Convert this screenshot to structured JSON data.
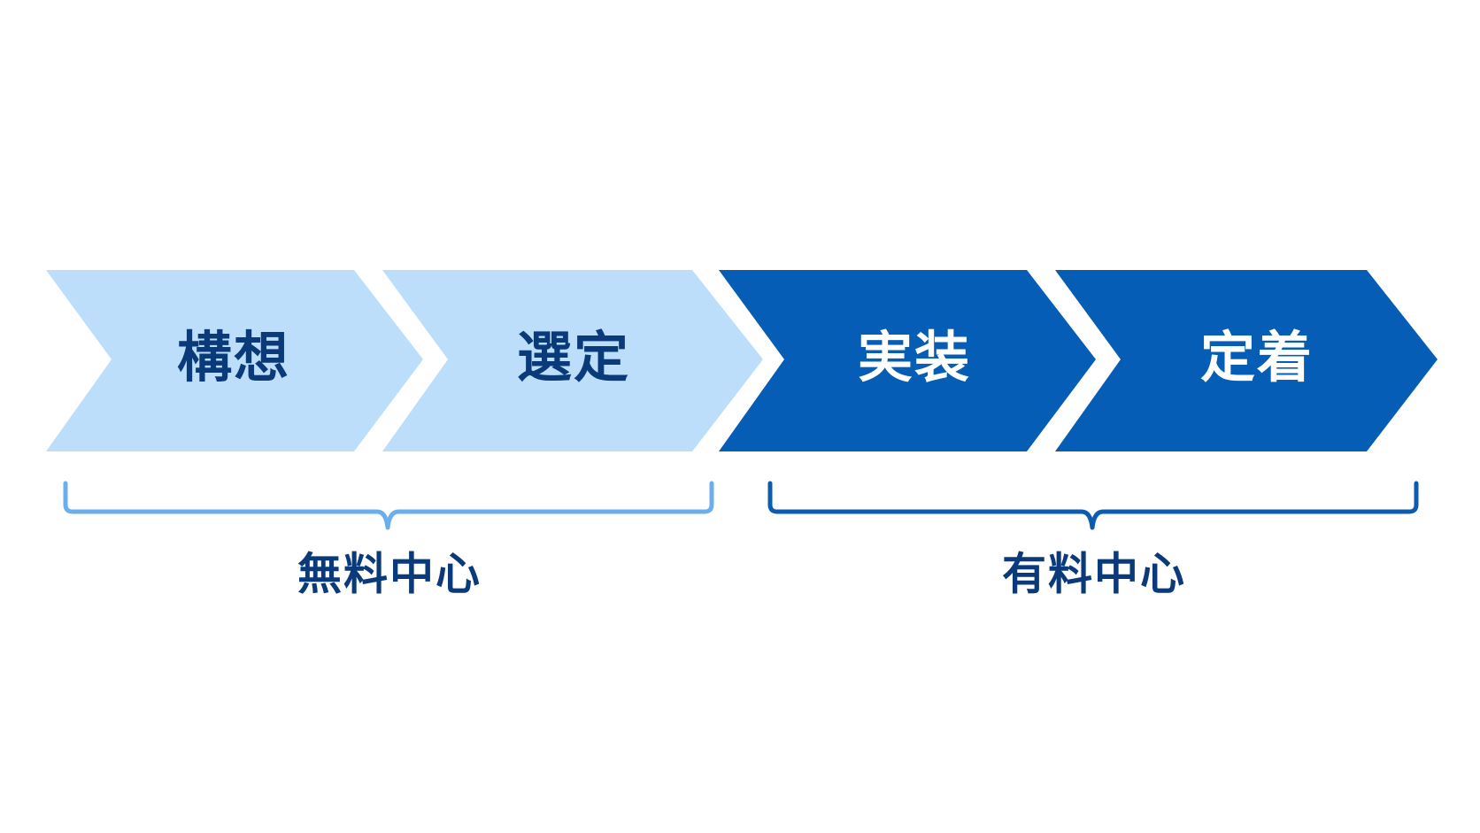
{
  "stages": [
    {
      "label": "構想",
      "fill": "#bcdefb",
      "text_color": "#0b3a7a"
    },
    {
      "label": "選定",
      "fill": "#bcdefb",
      "text_color": "#0b3a7a"
    },
    {
      "label": "実装",
      "fill": "#055db6",
      "text_color": "#ffffff"
    },
    {
      "label": "定着",
      "fill": "#055db6",
      "text_color": "#ffffff"
    }
  ],
  "groups": [
    {
      "label": "無料中心",
      "bracket_color": "#6aafec",
      "text_color": "#0b3a7a"
    },
    {
      "label": "有料中心",
      "bracket_color": "#0b5bb0",
      "text_color": "#0b3a7a"
    }
  ]
}
